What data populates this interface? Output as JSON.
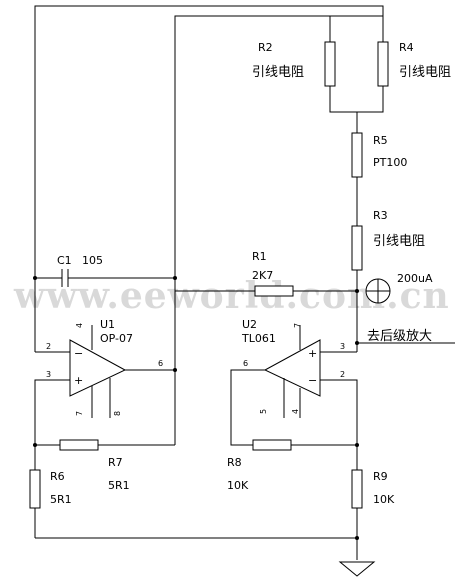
{
  "watermark": "www.eeworld.com.cn",
  "components": {
    "R2": {
      "ref": "R2",
      "value": "引线电阻"
    },
    "R4": {
      "ref": "R4",
      "value": "引线电阻"
    },
    "R5": {
      "ref": "R5",
      "value": "PT100"
    },
    "R3": {
      "ref": "R3",
      "value": "引线电阻"
    },
    "R1": {
      "ref": "R1",
      "value": "2K7"
    },
    "C1": {
      "ref": "C1",
      "value": "105"
    },
    "U1": {
      "ref": "U1",
      "value": "OP-07"
    },
    "U2": {
      "ref": "U2",
      "value": "TL061"
    },
    "R6": {
      "ref": "R6",
      "value": "5R1"
    },
    "R7": {
      "ref": "R7",
      "value": "5R1"
    },
    "R8": {
      "ref": "R8",
      "value": "10K"
    },
    "R9": {
      "ref": "R9",
      "value": "10K"
    }
  },
  "current_source": {
    "value": "200uA"
  },
  "output_note": "去后级放大",
  "pins": {
    "u1_minus": "2",
    "u1_plus": "3",
    "u1_out": "6",
    "u1_top": "4",
    "u1_b1": "7",
    "u1_b2": "8",
    "u2_plus": "3",
    "u2_minus": "2",
    "u2_out": "6",
    "u2_top": "7",
    "u2_b1": "5",
    "u2_b2": "4"
  },
  "opamp_signs": {
    "minus": "−",
    "plus": "+"
  }
}
